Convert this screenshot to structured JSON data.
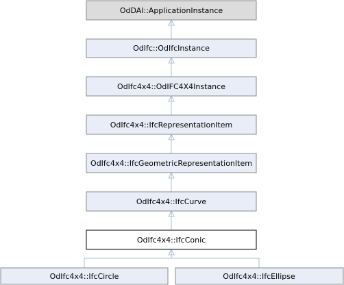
{
  "diagram": {
    "colors": {
      "base_fill": "#dcdcdc",
      "class_fill": "#e8edf7",
      "current_fill": "#ffffff",
      "border": "#8a8a8a",
      "current_border": "#000000",
      "edge": "#a9c1d3"
    },
    "nodes": [
      {
        "id": "n0",
        "label": "OdDAI::ApplicationInstance",
        "kind": "base"
      },
      {
        "id": "n1",
        "label": "OdIfc::OdIfcInstance",
        "kind": "class"
      },
      {
        "id": "n2",
        "label": "OdIfc4x4::OdIFC4X4Instance",
        "kind": "class"
      },
      {
        "id": "n3",
        "label": "OdIfc4x4::IfcRepresentationItem",
        "kind": "class"
      },
      {
        "id": "n4",
        "label": "OdIfc4x4::IfcGeometricRepresentationItem",
        "kind": "class"
      },
      {
        "id": "n5",
        "label": "OdIfc4x4::IfcCurve",
        "kind": "class"
      },
      {
        "id": "n6",
        "label": "OdIfc4x4::IfcConic",
        "kind": "current"
      },
      {
        "id": "n7",
        "label": "OdIfc4x4::IfcCircle",
        "kind": "class"
      },
      {
        "id": "n8",
        "label": "OdIfc4x4::IfcEllipse",
        "kind": "class"
      }
    ],
    "edges": [
      {
        "from": "n1",
        "to": "n0"
      },
      {
        "from": "n2",
        "to": "n1"
      },
      {
        "from": "n3",
        "to": "n2"
      },
      {
        "from": "n4",
        "to": "n3"
      },
      {
        "from": "n5",
        "to": "n4"
      },
      {
        "from": "n6",
        "to": "n5"
      },
      {
        "from": "n7",
        "to": "n6"
      },
      {
        "from": "n8",
        "to": "n6"
      }
    ]
  }
}
